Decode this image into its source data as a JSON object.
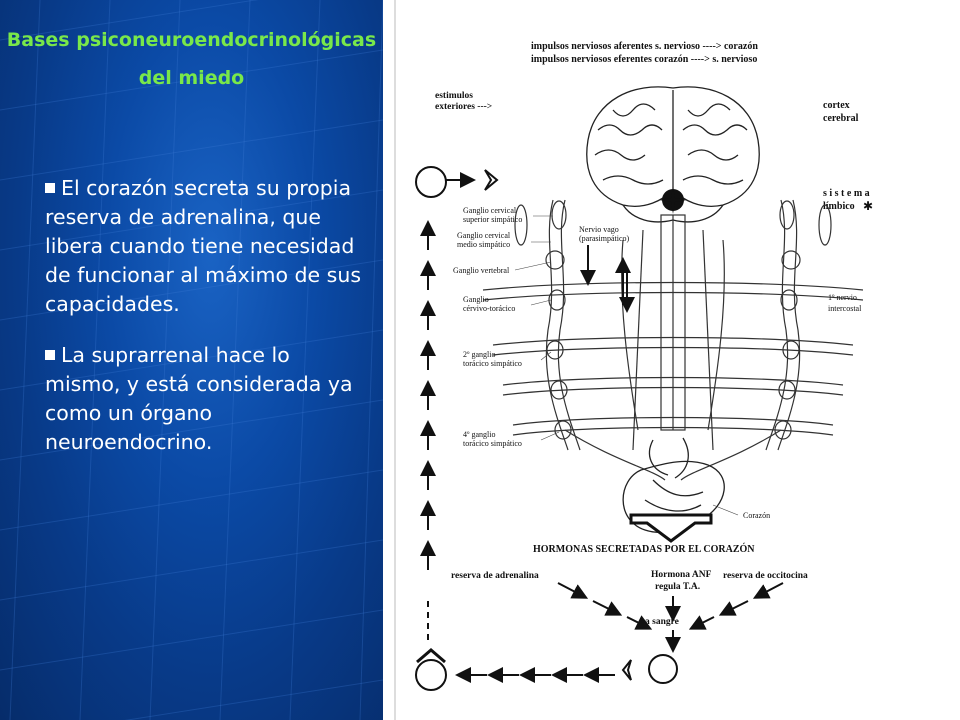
{
  "title": {
    "line1": "Bases psiconeuroendocrinológicas",
    "line2": "del miedo"
  },
  "bullets": [
    "El corazón secreta su propia reserva de adrenalina, que libera cuando tiene necesidad de funcionar al máximo de sus capacidades.",
    "La suprarrenal hace lo mismo, y está considerada ya como un órgano neuroendocrino."
  ],
  "figure": {
    "header_line1": "impulsos nerviosos aferentes s. nervioso ----> corazón",
    "header_line2": "impulsos nerviosos eferentes corazón ----> s. nervioso",
    "estimulos_line1": "estimulos",
    "estimulos_line2": "exteriores --->",
    "cortex_line1": "cortex",
    "cortex_line2": "cerebral",
    "limbico_line1": "s i s t e m a",
    "limbico_line2": "límbico",
    "label_cervical_sup_1": "Ganglio cervical",
    "label_cervical_sup_2": "superior simpático",
    "label_cervical_med_1": "Ganglio cervical",
    "label_cervical_med_2": "medio simpático",
    "label_vertebral": "Ganglio vertebral",
    "label_cervico_1": "Ganglio",
    "label_cervico_2": "cérvivo-torácico",
    "label_toracico2_1": "2º ganglio",
    "label_toracico2_2": "torácico simpático",
    "label_toracico4_1": "4º ganglio",
    "label_toracico4_2": "torácico simpático",
    "label_vago_1": "Nervio vago",
    "label_vago_2": "(parasimpático)",
    "label_intercostal_1": "1º nervio",
    "label_intercostal_2": "intercostal",
    "label_corazon": "Corazón",
    "hormonas_title": "HORMONAS SECRETADAS POR EL CORAZÓN",
    "reserva_adrenalina": "reserva de adrenalina",
    "anf_line1": "Hormona ANF",
    "anf_line2": "regula T.A.",
    "reserva_occitocina": "reserva de occitocina",
    "sangre": "a sangre"
  },
  "colors": {
    "title_green": "#79e84a",
    "panel_blue": "#0b4aa6",
    "text_white": "#ffffff"
  }
}
